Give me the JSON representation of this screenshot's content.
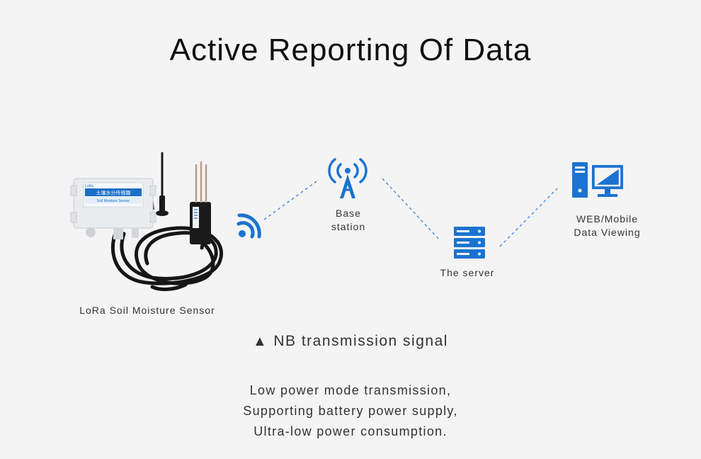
{
  "title": "Active Reporting Of Data",
  "nodes": {
    "sensor": {
      "label": "LoRa Soil Moisture Sensor",
      "device_text": "LoRa",
      "device_cn": "土壤水分传感器",
      "device_en": "Soil Moisture Sensor"
    },
    "base_station": {
      "label_line1": "Base",
      "label_line2": "station"
    },
    "server": {
      "label": "The server"
    },
    "web": {
      "label_line1": "WEB/Mobile",
      "label_line2": "Data Viewing"
    }
  },
  "legend": {
    "text": "NB transmission signal"
  },
  "description": [
    "Low power mode transmission,",
    "Supporting battery power supply,",
    "Ultra-low power consumption."
  ],
  "colors": {
    "accent": "#1a73d1",
    "dash": "#4a86d6",
    "device": "#e9ecee",
    "cable": "#161616"
  }
}
